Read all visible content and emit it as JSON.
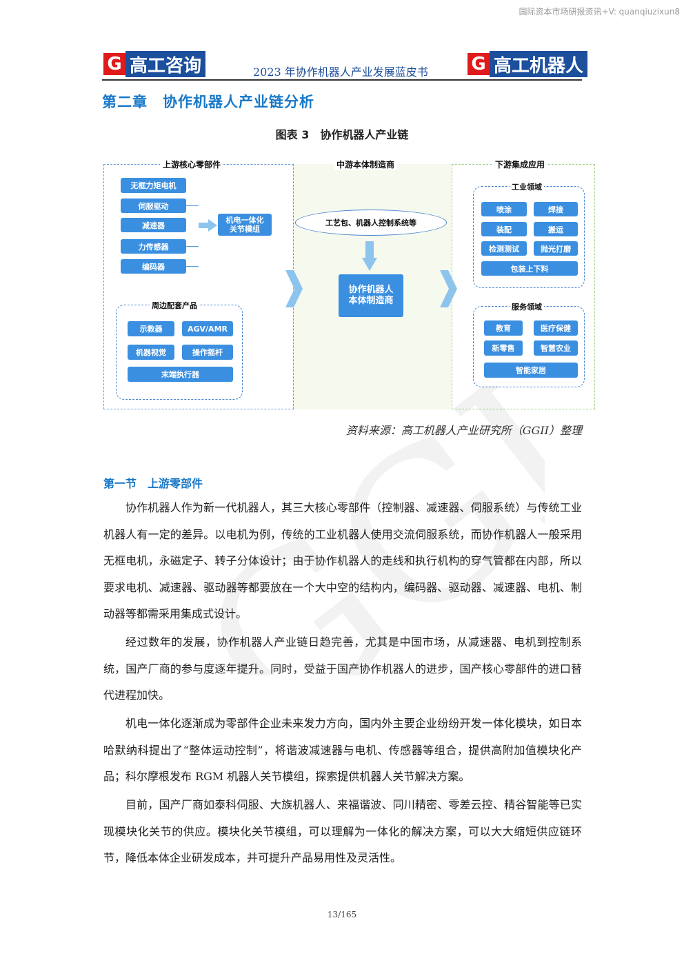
{
  "top_note": "国际资本市场研报资讯+V: quanqiuzixun8",
  "header": {
    "logo_left": {
      "mark": "G",
      "name": "高工咨询"
    },
    "title": "2023 年协作机器人产业发展蓝皮书",
    "logo_right": {
      "mark": "G",
      "name": "高工机器人"
    }
  },
  "chapter_title": "第二章　协作机器人产业链分析",
  "figure_caption": "图表 3　协作机器人产业链",
  "diagram": {
    "upstream": {
      "title": "上游核心零部件",
      "components": [
        "无框力矩电机",
        "伺服驱动",
        "减速器",
        "力传感器",
        "编码器"
      ],
      "module": "机电一体化\n关节模组",
      "peripheral_title": "周边配套产品",
      "peripheral": [
        "示教器",
        "AGV/AMR",
        "机器视觉",
        "操作摇杆",
        "末端执行器"
      ]
    },
    "midstream": {
      "title": "中游本体制造商",
      "process": "工艺包、机器人控制系统等",
      "maker": "协作机器人\n本体制造商"
    },
    "downstream": {
      "title": "下游集成应用",
      "industrial_title": "工业领域",
      "industrial": [
        "喷涂",
        "焊接",
        "装配",
        "搬运",
        "检测测试",
        "抛光打磨",
        "包装上下料"
      ],
      "service_title": "服务领域",
      "service": [
        "教育",
        "医疗保健",
        "新零售",
        "智慧农业",
        "智能家居"
      ]
    },
    "colors": {
      "box": "#3b8fe0",
      "border": "#6a9ad8",
      "arrow": "#8cc4ee"
    }
  },
  "source_note": "资料来源：高工机器人产业研究所（GGII）整理",
  "section_title": "第一节　上游零部件",
  "paragraphs": [
    "协作机器人作为新一代机器人，其三大核心零部件（控制器、减速器、伺服系统）与传统工业机器人有一定的差异。以电机为例，传统的工业机器人使用交流伺服系统，而协作机器人一般采用无框电机，永磁定子、转子分体设计；由于协作机器人的走线和执行机构的穿气管都在内部，所以要求电机、减速器、驱动器等都要放在一个大中空的结构内，编码器、驱动器、减速器、电机、制动器等都需采用集成式设计。",
    "经过数年的发展，协作机器人产业链日趋完善，尤其是中国市场，从减速器、电机到控制系统，国产厂商的参与度逐年提升。同时，受益于国产协作机器人的进步，国产核心零部件的进口替代进程加快。",
    "机电一体化逐渐成为零部件企业未来发力方向，国内外主要企业纷纷开发一体化模块，如日本哈默纳科提出了“整体运动控制”，将谐波减速器与电机、传感器等组合，提供高附加值模块化产品；科尔摩根发布 RGM 机器人关节模组，探索提供机器人关节解决方案。",
    "目前，国产厂商如泰科伺服、大族机器人、来福谐波、同川精密、零差云控、精谷智能等已实现模块化关节的供应。模块化关节模组，可以理解为一体化的解决方案，可以大大缩短供应链环节，降低本体企业研发成本，并可提升产品易用性及灵活性。"
  ],
  "page_number": "13/165"
}
